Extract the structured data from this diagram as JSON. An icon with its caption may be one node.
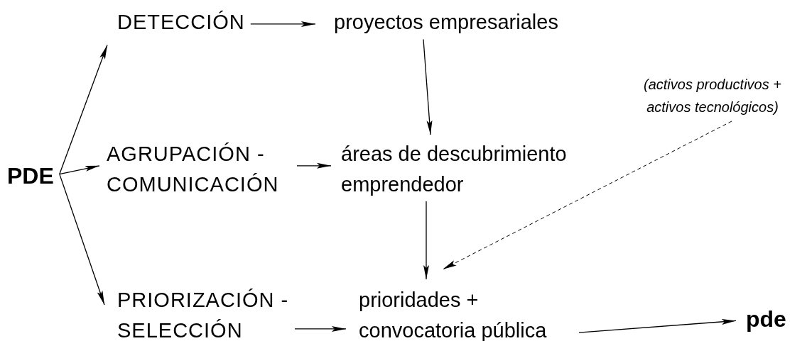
{
  "diagram": {
    "nodes": [
      {
        "text": [
          "PDE"
        ]
      },
      {
        "text": [
          "DETECCIÓN"
        ]
      },
      {
        "text": [
          "AGRUPACIÓN - COMUNICACIÓN"
        ]
      },
      {
        "text": [
          "PRIORIZACIÓN - SELECCIÓN"
        ]
      },
      {
        "text": [
          "proyectos empresariales"
        ]
      },
      {
        "text": [
          "áreas de descubrimiento emprendedor"
        ]
      },
      {
        "text": [
          "prioridades + convocatoria pública"
        ]
      },
      {
        "text": [
          "(activos productivos + activos tecnológicos)"
        ]
      },
      {
        "text": [
          "pde"
        ]
      }
    ],
    "edges": [
      {
        "from": 0,
        "to": 1,
        "arrow": "to"
      },
      {
        "from": 0,
        "to": 2,
        "arrow": "to"
      },
      {
        "from": 0,
        "to": 3,
        "arrow": "to"
      },
      {
        "from": 1,
        "to": 4,
        "arrow": "to"
      },
      {
        "from": 4,
        "to": 5,
        "arrow": "to"
      },
      {
        "from": 2,
        "to": 5,
        "arrow": "to"
      },
      {
        "from": 5,
        "to": 6,
        "arrow": "to"
      },
      {
        "from": 7,
        "to": 6,
        "arrow": "to",
        "style": "dashed"
      },
      {
        "from": 3,
        "to": 6,
        "arrow": "to"
      },
      {
        "from": 6,
        "to": 8,
        "arrow": "to"
      }
    ]
  }
}
